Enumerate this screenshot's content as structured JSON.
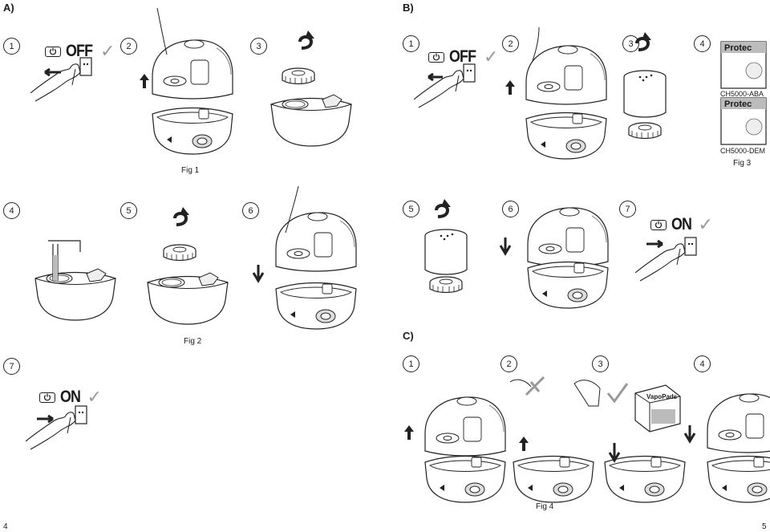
{
  "sections": {
    "a": "A)",
    "b": "B)",
    "c": "C)"
  },
  "a_steps": [
    "1",
    "2",
    "3",
    "4",
    "5",
    "6",
    "7"
  ],
  "b_steps": [
    "1",
    "2",
    "3",
    "4",
    "5",
    "6",
    "7"
  ],
  "c_steps": [
    "1",
    "2",
    "3",
    "4"
  ],
  "switch": {
    "off": "OFF",
    "on": "ON",
    "tick": "✓"
  },
  "figures": {
    "fig1": "Fig 1",
    "fig2": "Fig 2",
    "fig3": "Fig 3",
    "fig4": "Fig 4"
  },
  "products": {
    "brand1": "Protec",
    "code1": "CH5000-ABA",
    "brand2": "Protec",
    "code2": "CH5000-DEM",
    "vapo": "VapoPads"
  },
  "pages": {
    "left": "4",
    "right": "5"
  }
}
